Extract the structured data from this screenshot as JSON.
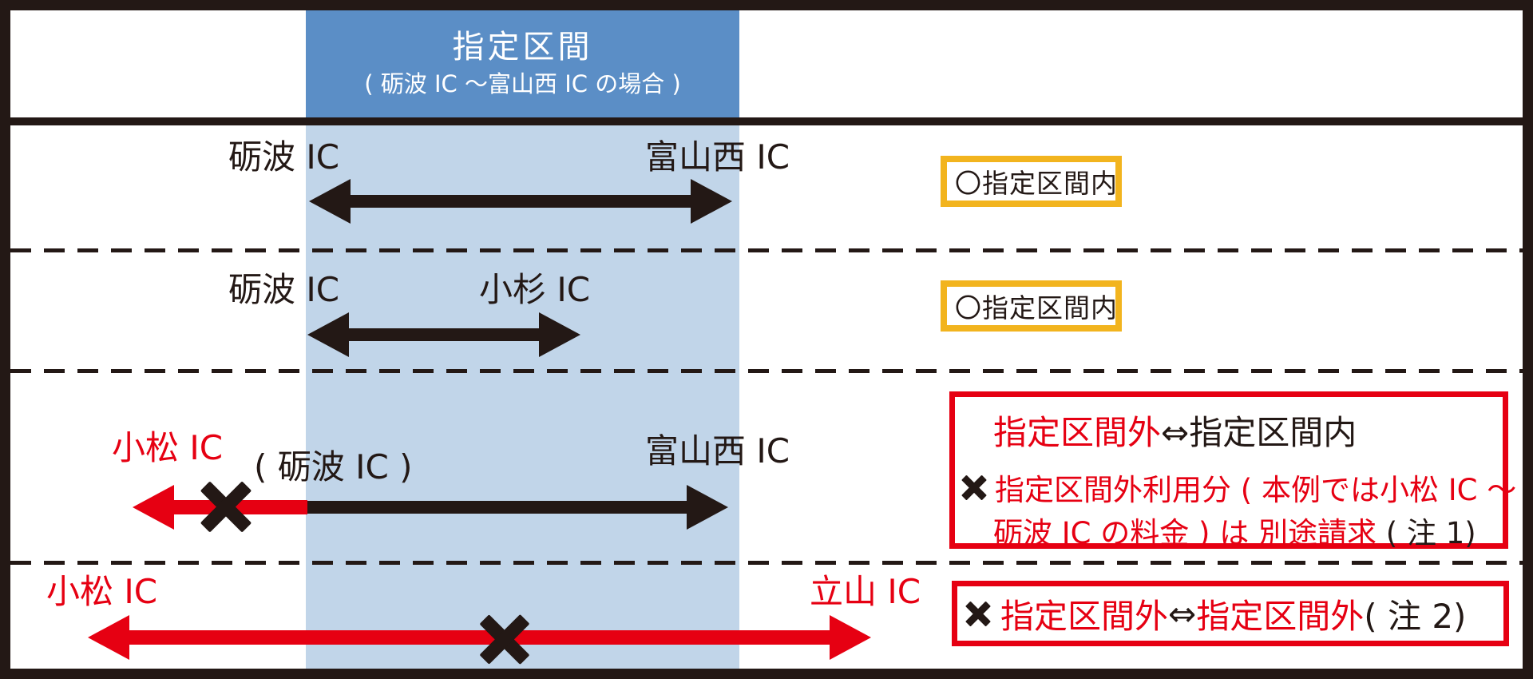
{
  "colors": {
    "outline_black": "#231815",
    "band_light_blue": "#c1d5e9",
    "band_dark_blue": "#5b8ec6",
    "badge_yellow": "#f2b41e",
    "alert_red": "#e60012"
  },
  "header": {
    "title": "指定区間",
    "subtitle": "( 砺波 IC ～富山西 IC の場合 )"
  },
  "row1": {
    "left_ic": "砺波 IC",
    "right_ic": "富山西 IC",
    "badge": "〇指定区間内"
  },
  "row2": {
    "left_ic": "砺波 IC",
    "right_ic": "小杉 IC",
    "badge": "〇指定区間内"
  },
  "row3": {
    "outside_ic": "小松 IC",
    "boundary_ic": "( 砺波 IC )",
    "inside_ic": "富山西 IC",
    "note": {
      "line1_red": "指定区間外",
      "line1_black": "⇔指定区間内",
      "line2_red": "指定区間外利用分 ( 本例では小松 IC ～",
      "line3_red": "砺波 IC の料金 ) は 別途請求",
      "line3_black": " ( 注 1)"
    }
  },
  "row4": {
    "left_ic": "小松 IC",
    "right_ic": "立山 IC",
    "note": {
      "red1": "指定区間外",
      "black_arrow": "⇔",
      "red2": "指定区間外",
      "black_note": " ( 注 2)"
    }
  }
}
